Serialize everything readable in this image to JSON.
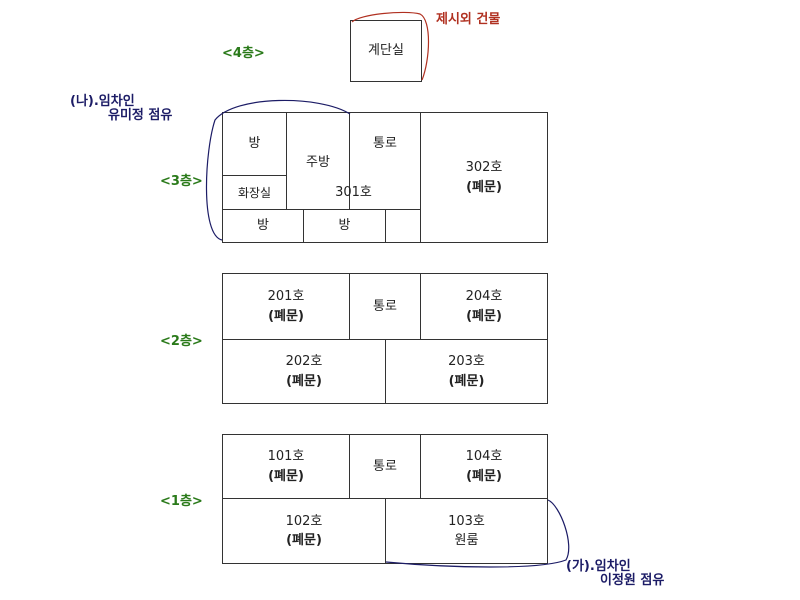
{
  "floors": {
    "f4": {
      "label": "<4층>"
    },
    "f3": {
      "label": "<3층>"
    },
    "f2": {
      "label": "<2층>"
    },
    "f1": {
      "label": "<1층>"
    }
  },
  "notes": {
    "excluded": "제시외 건물",
    "tenant_b_line1": "(나).임차인",
    "tenant_b_line2": "유미정 점유",
    "tenant_a_line1": "(가).임차인",
    "tenant_a_line2": "이정원 점유"
  },
  "rooms": {
    "stair": "계단실",
    "f3_room_a": "방",
    "f3_kitchen": "주방",
    "f3_passage": "통로",
    "f3_302": "302호",
    "f3_302_status": "(폐문)",
    "f3_bath": "화장실",
    "f3_301": "301호",
    "f3_room_b": "방",
    "f3_room_c": "방",
    "f2_201": "201호",
    "f2_201_status": "(폐문)",
    "f2_passage": "통로",
    "f2_204": "204호",
    "f2_204_status": "(폐문)",
    "f2_202": "202호",
    "f2_202_status": "(폐문)",
    "f2_203": "203호",
    "f2_203_status": "(폐문)",
    "f1_101": "101호",
    "f1_101_status": "(폐문)",
    "f1_passage": "통로",
    "f1_104": "104호",
    "f1_104_status": "(폐문)",
    "f1_102": "102호",
    "f1_102_status": "(폐문)",
    "f1_103": "103호",
    "f1_103_sub": "원룸"
  },
  "colors": {
    "floor_label": "#2a7a1a",
    "tenant_note": "#1c1c66",
    "excluded_note": "#b03020",
    "border": "#333333"
  }
}
